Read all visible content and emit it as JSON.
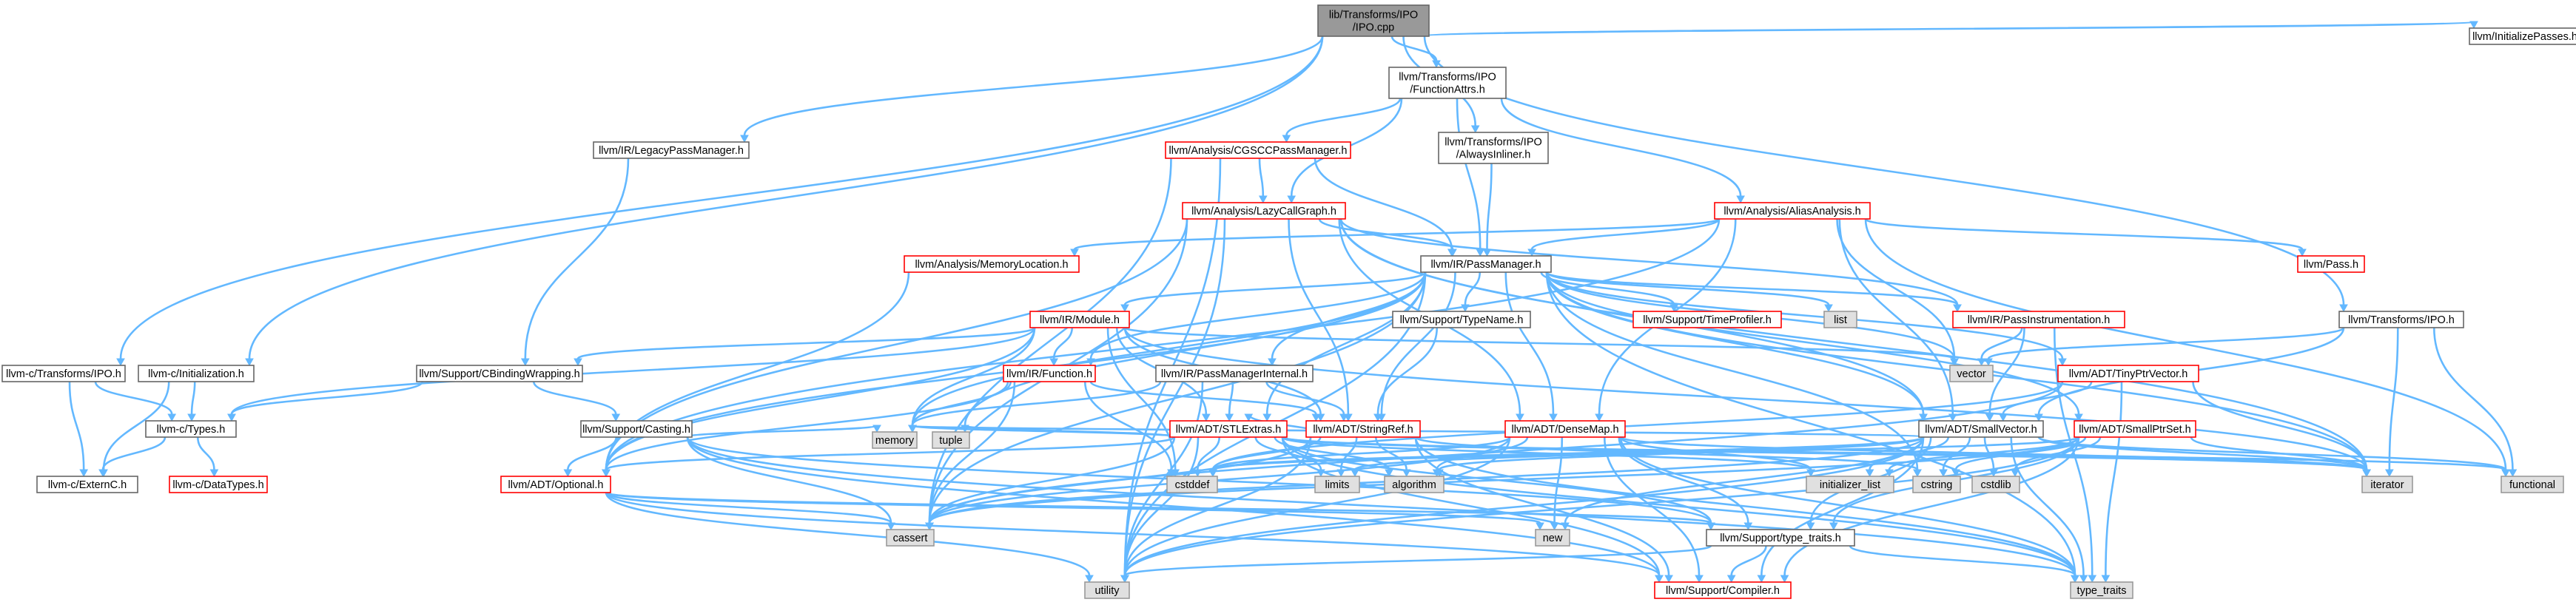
{
  "colors": {
    "edge": "#63b8ff",
    "root_fill": "#999999",
    "root_border": "#666666",
    "node_fill": "#ffffff",
    "node_border": "#666666",
    "truncated_border": "#ff0000",
    "system_fill": "#e0e0e0",
    "system_border": "#999999"
  },
  "nodes": {
    "ipo_cpp": {
      "lines": [
        "lib/Transforms/IPO",
        "/IPO.cpp"
      ]
    },
    "function_attrs": {
      "lines": [
        "llvm/Transforms/IPO",
        "/FunctionAttrs.h"
      ]
    },
    "initialize_passes": {
      "lines": [
        "llvm/InitializePasses.h"
      ]
    },
    "legacy_pass_manager": {
      "lines": [
        "llvm/IR/LegacyPassManager.h"
      ]
    },
    "cgscc_pass_manager": {
      "lines": [
        "llvm/Analysis/CGSCCPassManager.h"
      ]
    },
    "always_inliner": {
      "lines": [
        "llvm/Transforms/IPO",
        "/AlwaysInliner.h"
      ]
    },
    "lazy_call_graph": {
      "lines": [
        "llvm/Analysis/LazyCallGraph.h"
      ]
    },
    "alias_analysis": {
      "lines": [
        "llvm/Analysis/AliasAnalysis.h"
      ]
    },
    "memory_location": {
      "lines": [
        "llvm/Analysis/MemoryLocation.h"
      ]
    },
    "pass_manager": {
      "lines": [
        "llvm/IR/PassManager.h"
      ]
    },
    "pass": {
      "lines": [
        "llvm/Pass.h"
      ]
    },
    "type_name": {
      "lines": [
        "llvm/Support/TypeName.h"
      ]
    },
    "time_profiler": {
      "lines": [
        "llvm/Support/TimeProfiler.h"
      ]
    },
    "list": {
      "lines": [
        "list"
      ]
    },
    "pass_instrumentation": {
      "lines": [
        "llvm/IR/PassInstrumentation.h"
      ]
    },
    "transforms_ipo_h": {
      "lines": [
        "llvm/Transforms/IPO.h"
      ]
    },
    "module": {
      "lines": [
        "llvm/IR/Module.h"
      ]
    },
    "c_transforms_ipo": {
      "lines": [
        "llvm-c/Transforms/IPO.h"
      ]
    },
    "c_initialization": {
      "lines": [
        "llvm-c/Initialization.h"
      ]
    },
    "c_binding_wrapping": {
      "lines": [
        "llvm/Support/CBindingWrapping.h"
      ]
    },
    "function": {
      "lines": [
        "llvm/IR/Function.h"
      ]
    },
    "pass_manager_internal": {
      "lines": [
        "llvm/IR/PassManagerInternal.h"
      ]
    },
    "vector": {
      "lines": [
        "vector"
      ]
    },
    "tiny_ptr_vector": {
      "lines": [
        "llvm/ADT/TinyPtrVector.h"
      ]
    },
    "c_types": {
      "lines": [
        "llvm-c/Types.h"
      ]
    },
    "string_ref": {
      "lines": [
        "llvm/ADT/StringRef.h"
      ]
    },
    "dense_map": {
      "lines": [
        "llvm/ADT/DenseMap.h"
      ]
    },
    "small_vector": {
      "lines": [
        "llvm/ADT/SmallVector.h"
      ]
    },
    "small_ptr_set": {
      "lines": [
        "llvm/ADT/SmallPtrSet.h"
      ]
    },
    "casting": {
      "lines": [
        "llvm/Support/Casting.h"
      ]
    },
    "stl_extras": {
      "lines": [
        "llvm/ADT/STLExtras.h"
      ]
    },
    "c_extern_c": {
      "lines": [
        "llvm-c/ExternC.h"
      ]
    },
    "c_data_types": {
      "lines": [
        "llvm-c/DataTypes.h"
      ]
    },
    "optional": {
      "lines": [
        "llvm/ADT/Optional.h"
      ]
    },
    "memory": {
      "lines": [
        "memory"
      ]
    },
    "tuple": {
      "lines": [
        "tuple"
      ]
    },
    "cstddef": {
      "lines": [
        "cstddef"
      ]
    },
    "limits": {
      "lines": [
        "limits"
      ]
    },
    "algorithm": {
      "lines": [
        "algorithm"
      ]
    },
    "initializer_list": {
      "lines": [
        "initializer_list"
      ]
    },
    "cstring": {
      "lines": [
        "cstring"
      ]
    },
    "cstdlib": {
      "lines": [
        "cstdlib"
      ]
    },
    "iterator": {
      "lines": [
        "iterator"
      ]
    },
    "functional": {
      "lines": [
        "functional"
      ]
    },
    "cassert": {
      "lines": [
        "cassert"
      ]
    },
    "new": {
      "lines": [
        "new"
      ]
    },
    "type_traits_h": {
      "lines": [
        "llvm/Support/type_traits.h"
      ]
    },
    "utility": {
      "lines": [
        "utility"
      ]
    },
    "compiler": {
      "lines": [
        "llvm/Support/Compiler.h"
      ]
    },
    "type_traits": {
      "lines": [
        "type_traits"
      ]
    }
  }
}
